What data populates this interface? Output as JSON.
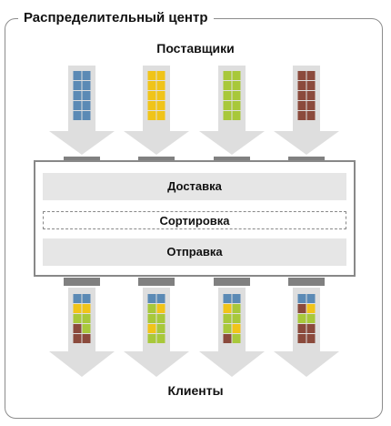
{
  "title": "Распределительный центр",
  "suppliers_label": "Поставщики",
  "clients_label": "Клиенты",
  "stages": {
    "delivery": "Доставка",
    "sorting": "Сортировка",
    "dispatch": "Отправка"
  },
  "colors": {
    "blue": "#5b8ab5",
    "yellow": "#f0c419",
    "green": "#a8c83a",
    "brown": "#8b4a3c",
    "arrow": "#dedede",
    "dock": "#808080"
  },
  "inbound": [
    [
      "blue",
      "blue",
      "blue",
      "blue",
      "blue",
      "blue",
      "blue",
      "blue",
      "blue",
      "blue"
    ],
    [
      "yellow",
      "yellow",
      "yellow",
      "yellow",
      "yellow",
      "yellow",
      "yellow",
      "yellow",
      "yellow",
      "yellow"
    ],
    [
      "green",
      "green",
      "green",
      "green",
      "green",
      "green",
      "green",
      "green",
      "green",
      "green"
    ],
    [
      "brown",
      "brown",
      "brown",
      "brown",
      "brown",
      "brown",
      "brown",
      "brown",
      "brown",
      "brown"
    ]
  ],
  "outbound": [
    [
      "blue",
      "blue",
      "yellow",
      "yellow",
      "green",
      "green",
      "brown",
      "green",
      "brown",
      "brown"
    ],
    [
      "blue",
      "blue",
      "green",
      "yellow",
      "green",
      "green",
      "yellow",
      "green",
      "green",
      "green"
    ],
    [
      "blue",
      "blue",
      "yellow",
      "green",
      "green",
      "green",
      "green",
      "yellow",
      "brown",
      "green"
    ],
    [
      "blue",
      "blue",
      "brown",
      "yellow",
      "green",
      "green",
      "brown",
      "brown",
      "brown",
      "brown"
    ]
  ]
}
